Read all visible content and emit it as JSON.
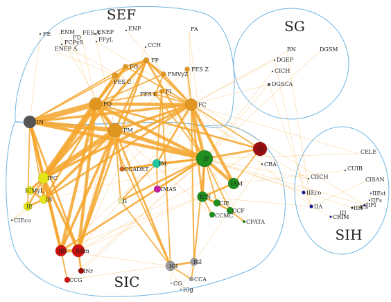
{
  "clusters": [
    {
      "id": "SEF",
      "label": "SEF"
    },
    {
      "id": "SG",
      "label": "SG"
    },
    {
      "id": "SIC",
      "label": "SIC"
    },
    {
      "id": "SIH",
      "label": "SIH"
    }
  ],
  "colors": {
    "edge": "#f4a52a",
    "cluster_border": "#6fb4e0",
    "orange": "#e0961f",
    "dark_gray": "#555555",
    "yellow": "#e5e51a",
    "green": "#1f8f1f",
    "red": "#d01010",
    "dark_red": "#9c0d0d",
    "teal": "#1fc7a0",
    "magenta": "#c21fa0",
    "pale": "#e9e6a8",
    "light_gray": "#9a9a9a",
    "brown_orange": "#d0641f",
    "navy": "#1a1aa0",
    "black": "#222222"
  },
  "nodes": [
    {
      "id": "FE",
      "label": "FE",
      "color": "black"
    },
    {
      "id": "ENM",
      "label": "ENM",
      "color": "black"
    },
    {
      "id": "FD",
      "label": "FD",
      "color": "black"
    },
    {
      "id": "FES_A",
      "label": "FES A",
      "color": "black"
    },
    {
      "id": "ENEP",
      "label": "ENEP",
      "color": "black"
    },
    {
      "id": "FCPyS",
      "label": "FCPyS",
      "color": "black"
    },
    {
      "id": "FFyL",
      "label": "FFyL",
      "color": "black"
    },
    {
      "id": "ENEP_A",
      "label": "ENEP A",
      "color": "black"
    },
    {
      "id": "ENP",
      "label": "ENP",
      "color": "black"
    },
    {
      "id": "FA",
      "label": "FA",
      "color": "black"
    },
    {
      "id": "CCH",
      "label": "CCH",
      "color": "black"
    },
    {
      "id": "FO",
      "label": "FO",
      "color": "orange"
    },
    {
      "id": "FP",
      "label": "FP",
      "color": "orange"
    },
    {
      "id": "FMVyZ",
      "label": "FMVyZ",
      "color": "orange"
    },
    {
      "id": "FES_Z",
      "label": "FES Z",
      "color": "orange"
    },
    {
      "id": "FES_C",
      "label": "FES C",
      "color": "orange"
    },
    {
      "id": "FES_I",
      "label": "FES I",
      "color": "orange"
    },
    {
      "id": "FI",
      "label": "FI",
      "color": "orange"
    },
    {
      "id": "FQ",
      "label": "FQ",
      "color": "orange"
    },
    {
      "id": "FC",
      "label": "FC",
      "color": "orange"
    },
    {
      "id": "FM",
      "label": "FM",
      "color": "orange"
    },
    {
      "id": "IN",
      "label": "IN",
      "color": "dark_gray"
    },
    {
      "id": "BN",
      "label": "BN",
      "color": "black"
    },
    {
      "id": "DGSM",
      "label": "DGSM",
      "color": "black"
    },
    {
      "id": "DGEP",
      "label": "DGEP",
      "color": "black"
    },
    {
      "id": "CICH",
      "label": "CICH",
      "color": "black"
    },
    {
      "id": "DGSCA",
      "label": "DGSCA",
      "color": "dark_gray"
    },
    {
      "id": "IF",
      "label": "IF",
      "color": "green"
    },
    {
      "id": "IQ",
      "label": "IQ",
      "color": "dark_red"
    },
    {
      "id": "CRA",
      "label": "CRA",
      "color": "black"
    },
    {
      "id": "IM",
      "label": "IM",
      "color": "teal"
    },
    {
      "id": "CCADET",
      "label": "CCADET",
      "color": "brown_orange"
    },
    {
      "id": "IFC",
      "label": "IFC",
      "color": "yellow"
    },
    {
      "id": "IAM",
      "label": "IAM",
      "color": "green"
    },
    {
      "id": "ICMyL",
      "label": "ICMyL",
      "color": "yellow"
    },
    {
      "id": "IB",
      "label": "IB",
      "color": "yellow"
    },
    {
      "id": "IE",
      "label": "IE",
      "color": "yellow"
    },
    {
      "id": "IMAS",
      "label": "IMAS",
      "color": "magenta"
    },
    {
      "id": "II",
      "label": "II",
      "color": "pale"
    },
    {
      "id": "ICN",
      "label": "ICN",
      "color": "green"
    },
    {
      "id": "CIE",
      "label": "CIE",
      "color": "green"
    },
    {
      "id": "CCF",
      "label": "CCF",
      "color": "green"
    },
    {
      "id": "CCMC",
      "label": "CCMC",
      "color": "green"
    },
    {
      "id": "CFATA",
      "label": "CFATA",
      "color": "green"
    },
    {
      "id": "CIEco",
      "label": "CIEco",
      "color": "black"
    },
    {
      "id": "IBt",
      "label": "IBt",
      "color": "red"
    },
    {
      "id": "IIBm",
      "label": "IIBm",
      "color": "red"
    },
    {
      "id": "INr",
      "label": "INr",
      "color": "dark_red"
    },
    {
      "id": "CCG",
      "label": "CCG",
      "color": "red"
    },
    {
      "id": "IGf",
      "label": "IGf",
      "color": "light_gray"
    },
    {
      "id": "IGl",
      "label": "IGl",
      "color": "light_gray"
    },
    {
      "id": "CCA",
      "label": "CCA",
      "color": "light_gray"
    },
    {
      "id": "CG",
      "label": "CG",
      "color": "light_gray"
    },
    {
      "id": "IGg",
      "label": "IGg",
      "color": "light_gray"
    },
    {
      "id": "CELE",
      "label": "CELE",
      "color": "black"
    },
    {
      "id": "CUIB",
      "label": "CUIB",
      "color": "black"
    },
    {
      "id": "CIICH",
      "label": "CIICH",
      "color": "black"
    },
    {
      "id": "CISAN",
      "label": "CISAN",
      "color": "black"
    },
    {
      "id": "IIEco",
      "label": "IIEco",
      "color": "navy"
    },
    {
      "id": "IIEst",
      "label": "IIEst",
      "color": "navy"
    },
    {
      "id": "IIFs",
      "label": "IIFs",
      "color": "navy"
    },
    {
      "id": "IIFl",
      "label": "IIFl",
      "color": "navy"
    },
    {
      "id": "IIA",
      "label": "IIA",
      "color": "navy"
    },
    {
      "id": "IIJ",
      "label": "IIJ",
      "color": "black"
    },
    {
      "id": "IIH",
      "label": "IIH",
      "color": "black"
    },
    {
      "id": "IIS",
      "label": "IIS",
      "color": "black"
    },
    {
      "id": "CRIM",
      "label": "CRIM",
      "color": "navy"
    }
  ],
  "edges": [
    {
      "source": "IN",
      "target": "FQ",
      "weight": 9
    },
    {
      "source": "IN",
      "target": "FM",
      "weight": 7
    },
    {
      "source": "IN",
      "target": "IFC",
      "weight": 5
    },
    {
      "source": "IN",
      "target": "IF",
      "weight": 5
    },
    {
      "source": "IN",
      "target": "FC",
      "weight": 4
    },
    {
      "source": "IN",
      "target": "IBt",
      "weight": 3
    },
    {
      "source": "IN",
      "target": "IIBm",
      "weight": 3
    },
    {
      "source": "IN",
      "target": "IB",
      "weight": 2
    },
    {
      "source": "IN",
      "target": "FO",
      "weight": 2
    },
    {
      "source": "FQ",
      "target": "IFC",
      "weight": 10
    },
    {
      "source": "FQ",
      "target": "FM",
      "weight": 6
    },
    {
      "source": "FQ",
      "target": "FC",
      "weight": 5
    },
    {
      "source": "FQ",
      "target": "IF",
      "weight": 5
    },
    {
      "source": "FQ",
      "target": "IBt",
      "weight": 5
    },
    {
      "source": "FQ",
      "target": "IIBm",
      "weight": 5
    },
    {
      "source": "FQ",
      "target": "FES_C",
      "weight": 3
    },
    {
      "source": "FQ",
      "target": "FO",
      "weight": 3
    },
    {
      "source": "FQ",
      "target": "FMVyZ",
      "weight": 2
    },
    {
      "source": "FQ",
      "target": "IQ",
      "weight": 3
    },
    {
      "source": "FQ",
      "target": "IGf",
      "weight": 2
    },
    {
      "source": "FM",
      "target": "IFC",
      "weight": 8
    },
    {
      "source": "FM",
      "target": "IF",
      "weight": 6
    },
    {
      "source": "FM",
      "target": "IIBm",
      "weight": 5
    },
    {
      "source": "FM",
      "target": "IBt",
      "weight": 4
    },
    {
      "source": "FM",
      "target": "IB",
      "weight": 4
    },
    {
      "source": "FM",
      "target": "FC",
      "weight": 4
    },
    {
      "source": "FM",
      "target": "FP",
      "weight": 3
    },
    {
      "source": "FM",
      "target": "CCADET",
      "weight": 3
    },
    {
      "source": "FM",
      "target": "IGf",
      "weight": 3
    },
    {
      "source": "FC",
      "target": "IF",
      "weight": 5
    },
    {
      "source": "FC",
      "target": "IAM",
      "weight": 5
    },
    {
      "source": "FC",
      "target": "IM",
      "weight": 3
    },
    {
      "source": "FC",
      "target": "FP",
      "weight": 3
    },
    {
      "source": "FC",
      "target": "ICN",
      "weight": 3
    },
    {
      "source": "FC",
      "target": "IQ",
      "weight": 2
    },
    {
      "source": "FC",
      "target": "IB",
      "weight": 3
    },
    {
      "source": "FC",
      "target": "FES_I",
      "weight": 2
    },
    {
      "source": "IF",
      "target": "IAM",
      "weight": 5
    },
    {
      "source": "IF",
      "target": "IQ",
      "weight": 3
    },
    {
      "source": "IF",
      "target": "ICN",
      "weight": 4
    },
    {
      "source": "IF",
      "target": "IMAS",
      "weight": 2
    },
    {
      "source": "IF",
      "target": "CCADET",
      "weight": 3
    },
    {
      "source": "IF",
      "target": "IM",
      "weight": 3
    },
    {
      "source": "IF",
      "target": "CIE",
      "weight": 2
    },
    {
      "source": "IF",
      "target": "CCF",
      "weight": 2
    },
    {
      "source": "IF",
      "target": "II",
      "weight": 3
    },
    {
      "source": "IF",
      "target": "IBt",
      "weight": 3
    },
    {
      "source": "IAM",
      "target": "ICN",
      "weight": 3
    },
    {
      "source": "IAM",
      "target": "IQ",
      "weight": 2
    },
    {
      "source": "IFC",
      "target": "ICMyL",
      "weight": 4
    },
    {
      "source": "IFC",
      "target": "IB",
      "weight": 4
    },
    {
      "source": "IFC",
      "target": "IE",
      "weight": 3
    },
    {
      "source": "IFC",
      "target": "IBt",
      "weight": 5
    },
    {
      "source": "IFC",
      "target": "IIBm",
      "weight": 4
    },
    {
      "source": "IFC",
      "target": "FP",
      "weight": 4
    },
    {
      "source": "IFC",
      "target": "FC",
      "weight": 4
    },
    {
      "source": "IFC",
      "target": "FES_C",
      "weight": 3
    },
    {
      "source": "IB",
      "target": "ICMyL",
      "weight": 3
    },
    {
      "source": "IB",
      "target": "IE",
      "weight": 3
    },
    {
      "source": "IB",
      "target": "FO",
      "weight": 3
    },
    {
      "source": "IBt",
      "target": "IIBm",
      "weight": 5
    },
    {
      "source": "IIBm",
      "target": "INr",
      "weight": 3
    },
    {
      "source": "IBt",
      "target": "CCG",
      "weight": 2
    },
    {
      "source": "IIBm",
      "target": "FP",
      "weight": 3
    },
    {
      "source": "FP",
      "target": "FO",
      "weight": 3
    },
    {
      "source": "FP",
      "target": "FES_C",
      "weight": 3
    },
    {
      "source": "FP",
      "target": "FMVyZ",
      "weight": 2
    },
    {
      "source": "FP",
      "target": "IF",
      "weight": 3
    },
    {
      "source": "FMVyZ",
      "target": "FES_I",
      "weight": 2
    },
    {
      "source": "FMVyZ",
      "target": "FC",
      "weight": 2
    },
    {
      "source": "FES_Z",
      "target": "FC",
      "weight": 2
    },
    {
      "source": "FES_C",
      "target": "IN",
      "weight": 2
    },
    {
      "source": "FI",
      "target": "FC",
      "weight": 2
    },
    {
      "source": "FI",
      "target": "IM",
      "weight": 2
    },
    {
      "source": "IM",
      "target": "CCADET",
      "weight": 2
    },
    {
      "source": "IM",
      "target": "II",
      "weight": 2
    },
    {
      "source": "IM",
      "target": "IMAS",
      "weight": 2
    },
    {
      "source": "ICN",
      "target": "CIE",
      "weight": 3
    },
    {
      "source": "ICN",
      "target": "CCF",
      "weight": 2
    },
    {
      "source": "ICN",
      "target": "CCMC",
      "weight": 2
    },
    {
      "source": "CIE",
      "target": "CCF",
      "weight": 2
    },
    {
      "source": "CCF",
      "target": "CFATA",
      "weight": 2
    },
    {
      "source": "II",
      "target": "IGf",
      "weight": 2
    },
    {
      "source": "IGf",
      "target": "IGl",
      "weight": 3
    },
    {
      "source": "IGf",
      "target": "CCA",
      "weight": 2
    },
    {
      "source": "IGl",
      "target": "CCA",
      "weight": 2
    },
    {
      "source": "IGl",
      "target": "FC",
      "weight": 2
    },
    {
      "source": "IGl",
      "target": "IF",
      "weight": 2
    },
    {
      "source": "IGf",
      "target": "FI",
      "weight": 2
    },
    {
      "source": "IE",
      "target": "IN",
      "weight": 2
    },
    {
      "source": "IQ",
      "target": "CRA",
      "weight": 1
    },
    {
      "source": "FQ",
      "target": "FI",
      "weight": 2
    },
    {
      "source": "FM",
      "target": "II",
      "weight": 2
    },
    {
      "source": "FO",
      "target": "FC",
      "weight": 2
    },
    {
      "source": "FES_I",
      "target": "IF",
      "weight": 2
    },
    {
      "source": "FE",
      "target": "IN",
      "weight": 1
    },
    {
      "source": "ENM",
      "target": "FM",
      "weight": 1
    },
    {
      "source": "FD",
      "target": "FQ",
      "weight": 1
    },
    {
      "source": "FES_A",
      "target": "FQ",
      "weight": 1
    },
    {
      "source": "ENEP",
      "target": "FM",
      "weight": 1
    },
    {
      "source": "FCPyS",
      "target": "CIICH",
      "weight": 1
    },
    {
      "source": "FFyL",
      "target": "IIFl",
      "weight": 1
    },
    {
      "source": "ENEP_A",
      "target": "FES_C",
      "weight": 1
    },
    {
      "source": "ENP",
      "target": "FC",
      "weight": 1
    },
    {
      "source": "FA",
      "target": "IF",
      "weight": 1
    },
    {
      "source": "CCH",
      "target": "FM",
      "weight": 1
    },
    {
      "source": "FA",
      "target": "IGl",
      "weight": 1
    },
    {
      "source": "BN",
      "target": "FC",
      "weight": 1
    },
    {
      "source": "DGSM",
      "target": "IF",
      "weight": 1
    },
    {
      "source": "DGEP",
      "target": "FC",
      "weight": 1
    },
    {
      "source": "CICH",
      "target": "IF",
      "weight": 1
    },
    {
      "source": "DGSCA",
      "target": "IF",
      "weight": 1
    },
    {
      "source": "DGSCA",
      "target": "IIA",
      "weight": 1
    },
    {
      "source": "DGSCA",
      "target": "FC",
      "weight": 1
    },
    {
      "source": "CELE",
      "target": "IF",
      "weight": 1
    },
    {
      "source": "CUIB",
      "target": "IAM",
      "weight": 1
    },
    {
      "source": "CIICH",
      "target": "IF",
      "weight": 1
    },
    {
      "source": "CISAN",
      "target": "IIA",
      "weight": 1
    },
    {
      "source": "IIEco",
      "target": "IF",
      "weight": 1
    },
    {
      "source": "IIEco",
      "target": "IIA",
      "weight": 1
    },
    {
      "source": "IIA",
      "target": "FC",
      "weight": 1
    },
    {
      "source": "IIA",
      "target": "ICN",
      "weight": 1
    },
    {
      "source": "IIEst",
      "target": "IIFs",
      "weight": 1
    },
    {
      "source": "IIFs",
      "target": "IIFl",
      "weight": 1
    },
    {
      "source": "IIH",
      "target": "IIS",
      "weight": 1
    },
    {
      "source": "IIJ",
      "target": "CRIM",
      "weight": 1
    },
    {
      "source": "CRIM",
      "target": "IIA",
      "weight": 1
    },
    {
      "source": "IIS",
      "target": "IIFs",
      "weight": 1
    },
    {
      "source": "IIFl",
      "target": "IF",
      "weight": 1
    },
    {
      "source": "IIH",
      "target": "IF",
      "weight": 1
    },
    {
      "source": "CIEco",
      "target": "IB",
      "weight": 1
    },
    {
      "source": "CIEco",
      "target": "IE",
      "weight": 1
    },
    {
      "source": "CCG",
      "target": "IF",
      "weight": 1
    },
    {
      "source": "CCG",
      "target": "IGl",
      "weight": 1
    },
    {
      "source": "INr",
      "target": "IF",
      "weight": 1
    },
    {
      "source": "CG",
      "target": "IGf",
      "weight": 1
    },
    {
      "source": "IGg",
      "target": "IGl",
      "weight": 1
    },
    {
      "source": "IGg",
      "target": "FQ",
      "weight": 1
    },
    {
      "source": "CCA",
      "target": "IF",
      "weight": 1
    },
    {
      "source": "CCMC",
      "target": "FM",
      "weight": 1
    },
    {
      "source": "CFATA",
      "target": "IF",
      "weight": 1
    },
    {
      "source": "IMAS",
      "target": "FC",
      "weight": 1
    },
    {
      "source": "IMAS",
      "target": "FM",
      "weight": 1
    },
    {
      "source": "CCADET",
      "target": "FC",
      "weight": 1
    },
    {
      "source": "II",
      "target": "FC",
      "weight": 1
    },
    {
      "source": "CRA",
      "target": "IGl",
      "weight": 1
    },
    {
      "source": "IQ",
      "target": "IIBm",
      "weight": 1
    },
    {
      "source": "IQ",
      "target": "IB",
      "weight": 1
    },
    {
      "source": "IAM",
      "target": "IBt",
      "weight": 1
    },
    {
      "source": "ICN",
      "target": "IIBm",
      "weight": 1
    },
    {
      "source": "IM",
      "target": "IBt",
      "weight": 1
    },
    {
      "source": "II",
      "target": "IIBm",
      "weight": 1
    },
    {
      "source": "IGf",
      "target": "IBt",
      "weight": 1
    },
    {
      "source": "FES_Z",
      "target": "IGl",
      "weight": 1
    },
    {
      "source": "FES_Z",
      "target": "IB",
      "weight": 1
    },
    {
      "source": "FO",
      "target": "IIBm",
      "weight": 1
    },
    {
      "source": "FMVyZ",
      "target": "IIBm",
      "weight": 1
    },
    {
      "source": "DGEP",
      "target": "IIEco",
      "weight": 1
    },
    {
      "source": "BN",
      "target": "IIA",
      "weight": 1
    },
    {
      "source": "CELE",
      "target": "FC",
      "weight": 1
    }
  ]
}
